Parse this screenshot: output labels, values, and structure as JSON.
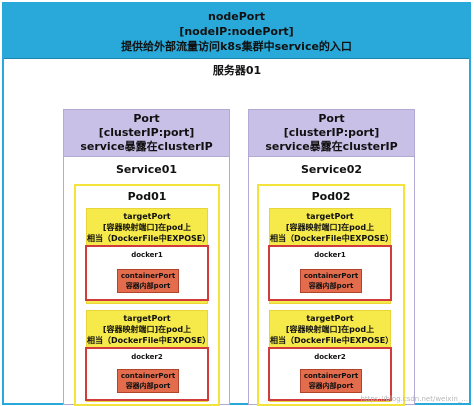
{
  "node": {
    "nodeport": {
      "line1": "nodePort",
      "line2": "[nodeIP:nodePort]",
      "line3": "提供给外部流量访问k8s集群中service的入口"
    },
    "server_label": "服务器01"
  },
  "services": [
    {
      "port": {
        "line1": "Port",
        "line2": "[clusterIP:port]",
        "line3": "service暴露在clusterIP"
      },
      "name": "Service01",
      "pod": {
        "name": "Pod01",
        "containers": [
          {
            "tp1": "targetPort",
            "tp2": "[容器映射端口]在pod上",
            "tp3": "相当（DockerFile中EXPOSE）",
            "docker": "docker1",
            "cp1": "containerPort",
            "cp2": "容器内部port"
          },
          {
            "tp1": "targetPort",
            "tp2": "[容器映射端口]在pod上",
            "tp3": "相当（DockerFile中EXPOSE）",
            "docker": "docker2",
            "cp1": "containerPort",
            "cp2": "容器内部port"
          }
        ]
      }
    },
    {
      "port": {
        "line1": "Port",
        "line2": "[clusterIP:port]",
        "line3": "service暴露在clusterIP"
      },
      "name": "Service02",
      "pod": {
        "name": "Pod02",
        "containers": [
          {
            "tp1": "targetPort",
            "tp2": "[容器映射端口]在pod上",
            "tp3": "相当（DockerFile中EXPOSE）",
            "docker": "docker1",
            "cp1": "containerPort",
            "cp2": "容器内部port"
          },
          {
            "tp1": "targetPort",
            "tp2": "[容器映射端口]在pod上",
            "tp3": "相当（DockerFile中EXPOSE）",
            "docker": "docker2",
            "cp1": "containerPort",
            "cp2": "容器内部port"
          }
        ]
      }
    }
  ],
  "watermark": "https://blog.csdn.net/weixin_..."
}
